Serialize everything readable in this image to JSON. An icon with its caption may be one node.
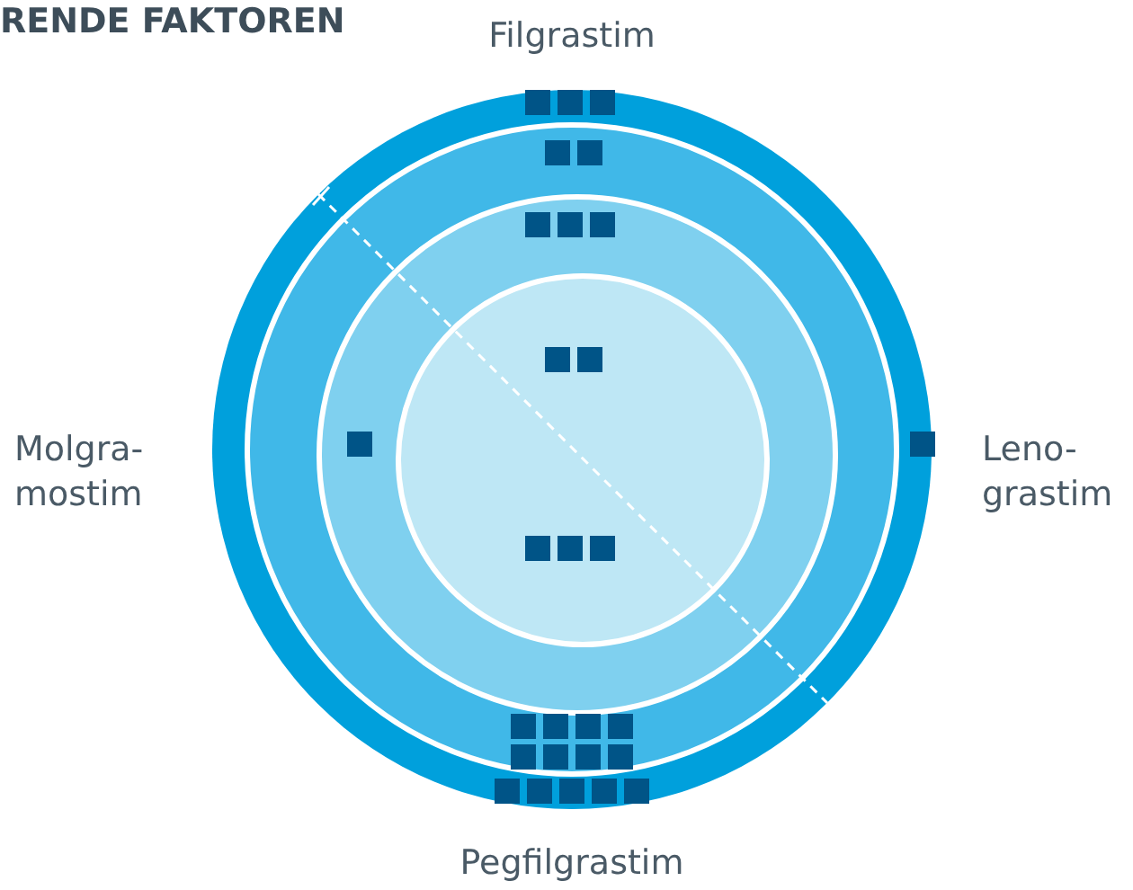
{
  "diagram": {
    "title": "RENDE FAKTOREN",
    "nodes": [
      {
        "text": [],
        "shape": "circle"
      },
      {
        "text": [],
        "shape": "circle",
        "in": 0
      },
      {
        "text": [],
        "shape": "circle",
        "in": 1
      },
      {
        "text": [],
        "shape": "circle",
        "in": 2
      }
    ],
    "labels": [
      "Filgrastim",
      "Molgra- mostim",
      "Leno- grastim",
      "Pegfilgrastim"
    ]
  }
}
